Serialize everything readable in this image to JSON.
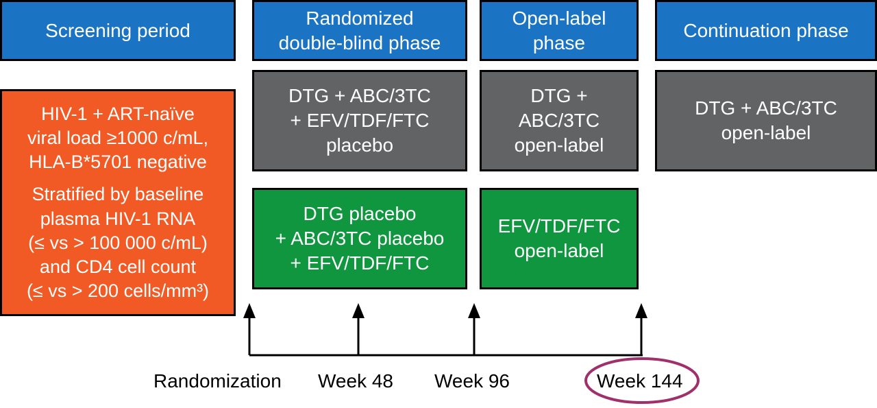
{
  "phases": {
    "screening": "Screening period",
    "randomized": [
      "Randomized",
      "double-blind phase"
    ],
    "open_label": [
      "Open-label",
      "phase"
    ],
    "continuation": "Continuation phase"
  },
  "eligibility": {
    "criteria": [
      "HIV-1 + ART-naïve",
      "viral load ≥1000 c/mL,",
      "HLA-B*5701 negative"
    ],
    "stratification": [
      "Stratified by baseline",
      "plasma HIV-1 RNA",
      "(≤ vs > 100 000 c/mL)",
      "and CD4 cell count",
      "(≤ vs > 200 cells/mm³)"
    ]
  },
  "arms": {
    "dtg_double_blind": [
      "DTG + ABC/3TC",
      "+ EFV/TDF/FTC",
      "placebo"
    ],
    "dtg_open_label": [
      "DTG +",
      "ABC/3TC",
      "open-label"
    ],
    "dtg_continuation": [
      "DTG + ABC/3TC",
      "open-label"
    ],
    "efv_double_blind": [
      "DTG placebo",
      "+ ABC/3TC placebo",
      "+ EFV/TDF/FTC"
    ],
    "efv_open_label": [
      "EFV/TDF/FTC",
      "open-label"
    ]
  },
  "timeline": {
    "randomization": "Randomization",
    "week48": "Week 48",
    "week96": "Week 96",
    "week144": "Week 144",
    "highlight_color": "#a0306b"
  },
  "colors": {
    "phase_header": "#1a73c3",
    "dtg_arm": "#626365",
    "efv_arm": "#10963f",
    "eligibility": "#f15a24"
  }
}
